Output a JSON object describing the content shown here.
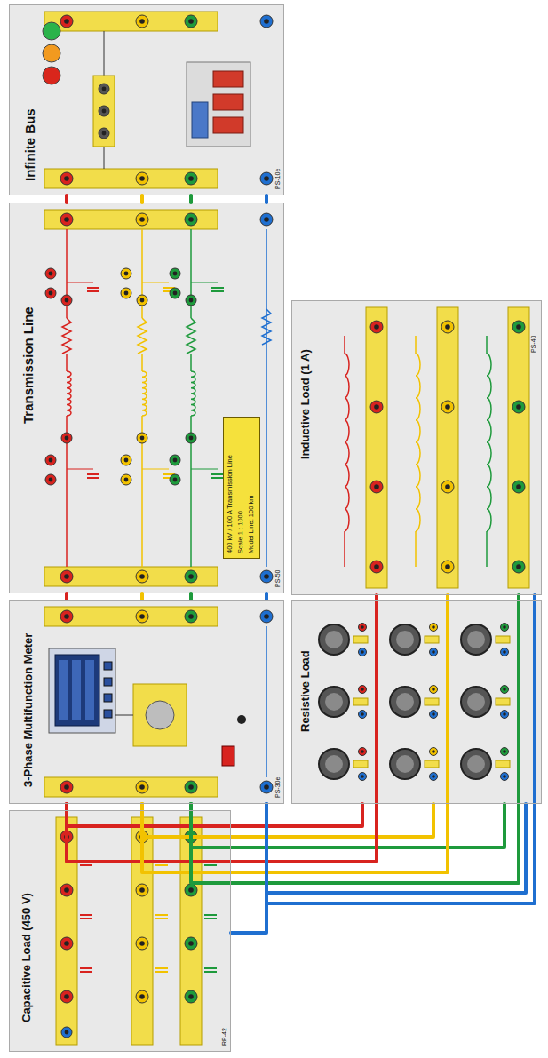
{
  "diagram": {
    "nodes": [
      {
        "text": [
          "Infinite Bus",
          "PS-10e"
        ]
      },
      {
        "text": [
          "Transmission Line",
          "PS-50"
        ]
      },
      {
        "text": [
          "400 kV / 100 A Transmission Line",
          "Scale 1 : 1000",
          "Model Line: 100 km"
        ],
        "in": 1
      },
      {
        "text": [
          "3-Phase Multifunction Meter",
          "PS-30e"
        ]
      },
      {
        "text": [
          "Inductive Load (1 A)",
          "PS-40"
        ]
      },
      {
        "text": [
          "Resistive Load"
        ]
      },
      {
        "text": [
          "Capacitive Load (450 V)",
          "RP-42"
        ]
      }
    ],
    "edges": [
      {
        "from": 0,
        "to": 1,
        "arrow": "none"
      },
      {
        "from": 1,
        "to": 3,
        "arrow": "none"
      },
      {
        "from": 3,
        "to": 6,
        "arrow": "none"
      },
      {
        "from": 3,
        "to": 5,
        "arrow": "none"
      },
      {
        "from": 3,
        "to": 4,
        "arrow": "none"
      }
    ]
  }
}
